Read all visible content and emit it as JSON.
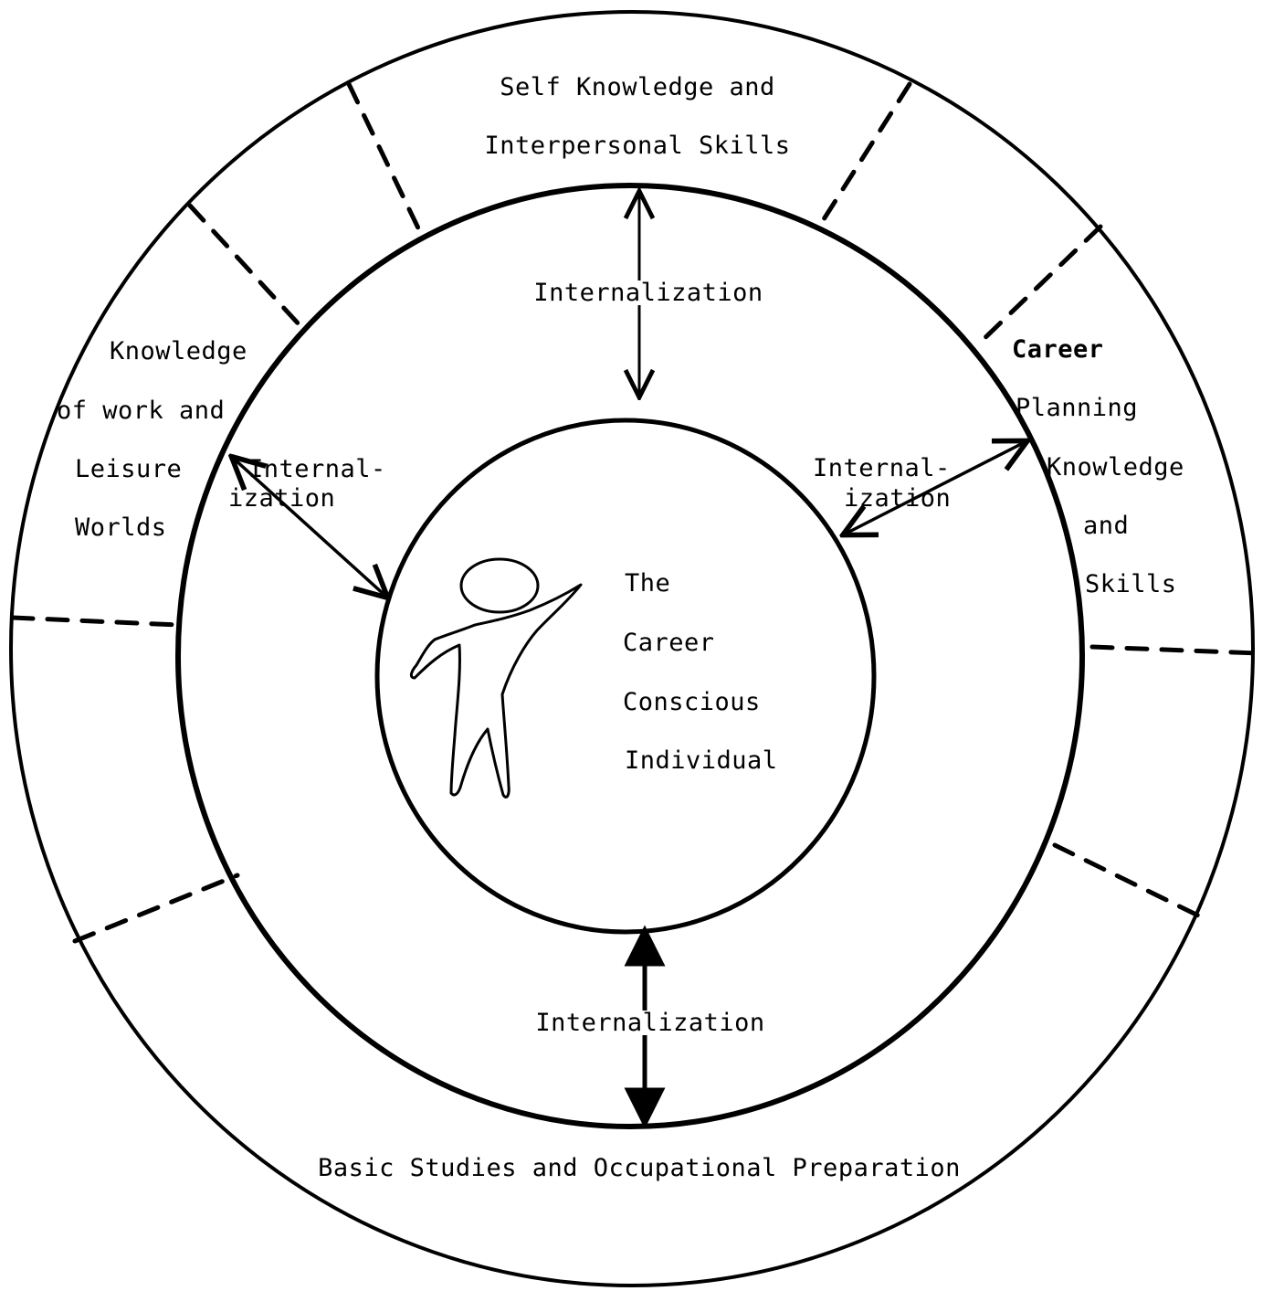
{
  "diagram": {
    "center": {
      "line1": "The",
      "line2": "Career",
      "line3": "Conscious",
      "line4": "Individual"
    },
    "top_segment": {
      "line1": "Self Knowledge and",
      "line2": "Interpersonal Skills"
    },
    "left_segment": {
      "line1": "Knowledge",
      "line2": "of work and",
      "line3": "Leisure",
      "line4": "Worlds"
    },
    "right_segment": {
      "line1": "Career",
      "line2": "Planning",
      "line3": "Knowledge",
      "line4": "and",
      "line5": "Skills"
    },
    "bottom_segment": {
      "line1": "Basic Studies and Occupational Preparation"
    },
    "arrows": {
      "top": "Internalization",
      "left_line1": "Internal-",
      "left_line2": "ization",
      "right_line1": "Internal-",
      "right_line2": "ization",
      "bottom": "Internalization"
    }
  }
}
